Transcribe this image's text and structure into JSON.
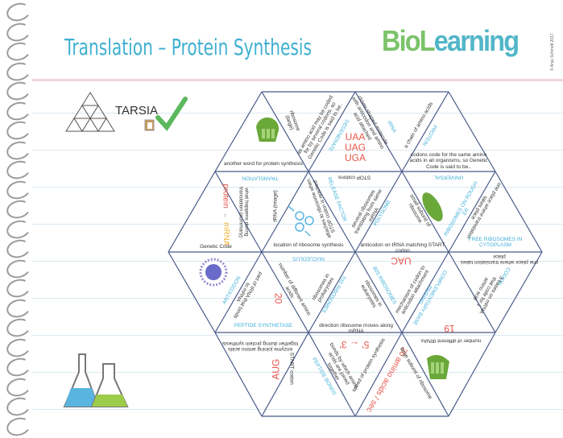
{
  "header": {
    "title": "Translation – Protein Synthesis",
    "logo_text_a": "BioL",
    "logo_text_b": "earning",
    "copyright": "© Anja Schmidt 2017"
  },
  "tarsia": {
    "label": "TARSIA"
  },
  "colors": {
    "title": "#3fb0d0",
    "keyword": "#3fb0d8",
    "highlight": "#e8564a",
    "grid": "#4a5a8a"
  },
  "pieces": [
    {
      "text": "another word for protein synthesis",
      "style": "normal"
    },
    {
      "text": "ribosome (large)",
      "style": "normal"
    },
    {
      "text": "as amino acid may be coded for by several codons, so Genetic Code is said to be..",
      "style": "normal"
    },
    {
      "text": "DEGENERATE",
      "style": "blue"
    },
    {
      "text": "UAA UAG UGA",
      "style": "red"
    },
    {
      "text": "clover-shaped molecule with anticodon and amino acid attached",
      "style": "normal"
    },
    {
      "text": "tRNA",
      "style": "blue"
    },
    {
      "text": "a chain of amino acids",
      "style": "normal"
    },
    {
      "text": "PROTEIN",
      "style": "blue"
    },
    {
      "text": "codons code for the same amino acids in all organisms, so Genetic Code is said to be..",
      "style": "normal"
    },
    {
      "text": "TRANSLATION",
      "style": "blue"
    },
    {
      "text": "protein",
      "style": "red"
    },
    {
      "text": "←",
      "style": "normal"
    },
    {
      "text": "mRNA",
      "style": "orange"
    },
    {
      "text": "what happens during translation (summary)",
      "style": "normal"
    },
    {
      "text": "Genetic Code",
      "style": "normal"
    },
    {
      "text": "tRNA (image)",
      "style": "normal"
    },
    {
      "text": "location of ribosome synthesis",
      "style": "normal"
    },
    {
      "text": "RELEASE FACTOR",
      "style": "blue"
    },
    {
      "text": "attaches to ribosome when STOP codon is reached",
      "style": "normal"
    },
    {
      "text": "STOP codons",
      "style": "normal"
    },
    {
      "text": "several ribosomes translating from same mRNA",
      "style": "normal"
    },
    {
      "text": "POLYSOME",
      "style": "blue"
    },
    {
      "text": "anticodon on tRNA matching START codon",
      "style": "normal"
    },
    {
      "text": "UNIVERSAL",
      "style": "blue"
    },
    {
      "text": "small subunit of ribosome",
      "style": "normal"
    },
    {
      "text": "RIBOSOMES ON ROUGH ER",
      "style": "blue"
    },
    {
      "text": "one place where translation takes place",
      "style": "normal"
    },
    {
      "text": "FREE RIBOSOMES IN CYTOPLASM",
      "style": "blue"
    },
    {
      "text": "ANTICODON",
      "style": "blue"
    },
    {
      "text": "part of tRNA that binds to mRNA",
      "style": "normal"
    },
    {
      "text": "PEPTIDE SYNTHETASE",
      "style": "blue"
    },
    {
      "text": "NUCLEOLUS",
      "style": "blue"
    },
    {
      "text": "20",
      "style": "red"
    },
    {
      "text": "number of different amino acids",
      "style": "normal"
    },
    {
      "text": "ribosomes in prokaryotes",
      "style": "normal"
    },
    {
      "text": "70S RIBOSOMES",
      "style": "blue"
    },
    {
      "text": "direction ribosome moves along mRNA",
      "style": "normal"
    },
    {
      "text": "UAC",
      "style": "red"
    },
    {
      "text": "ribosomes in eukaryotes",
      "style": "normal"
    },
    {
      "text": "80S RIBOSOMES",
      "style": "blue"
    },
    {
      "text": "mechanism of codon to anticodon attachment",
      "style": "normal"
    },
    {
      "text": "COMPLEMENTARY BASE PAIRING",
      "style": "blue"
    },
    {
      "text": "CODON",
      "style": "blue"
    },
    {
      "text": "3 bases on mRNA that code for 1 amino acid",
      "style": "normal"
    },
    {
      "text": "19",
      "style": "red"
    },
    {
      "text": "one place where translation takes place",
      "style": "normal"
    },
    {
      "text": "enzyme joining amino acids together during protein synthesis",
      "style": "normal"
    },
    {
      "text": "AUG",
      "style": "red"
    },
    {
      "text": "START codon",
      "style": "normal"
    },
    {
      "text": "PEPTIDE BONDS",
      "style": "blue"
    },
    {
      "text": "bonds by which amino acids are joined together",
      "style": "normal"
    },
    {
      "text": "5' ← 3'",
      "style": "red"
    },
    {
      "text": "speed of protein synthesis",
      "style": "normal"
    },
    {
      "text": "20 amino acids / sec",
      "style": "red"
    },
    {
      "text": "number of different tRNAs",
      "style": "normal"
    },
    {
      "text": "large subunit of ribosome",
      "style": "normal"
    }
  ]
}
